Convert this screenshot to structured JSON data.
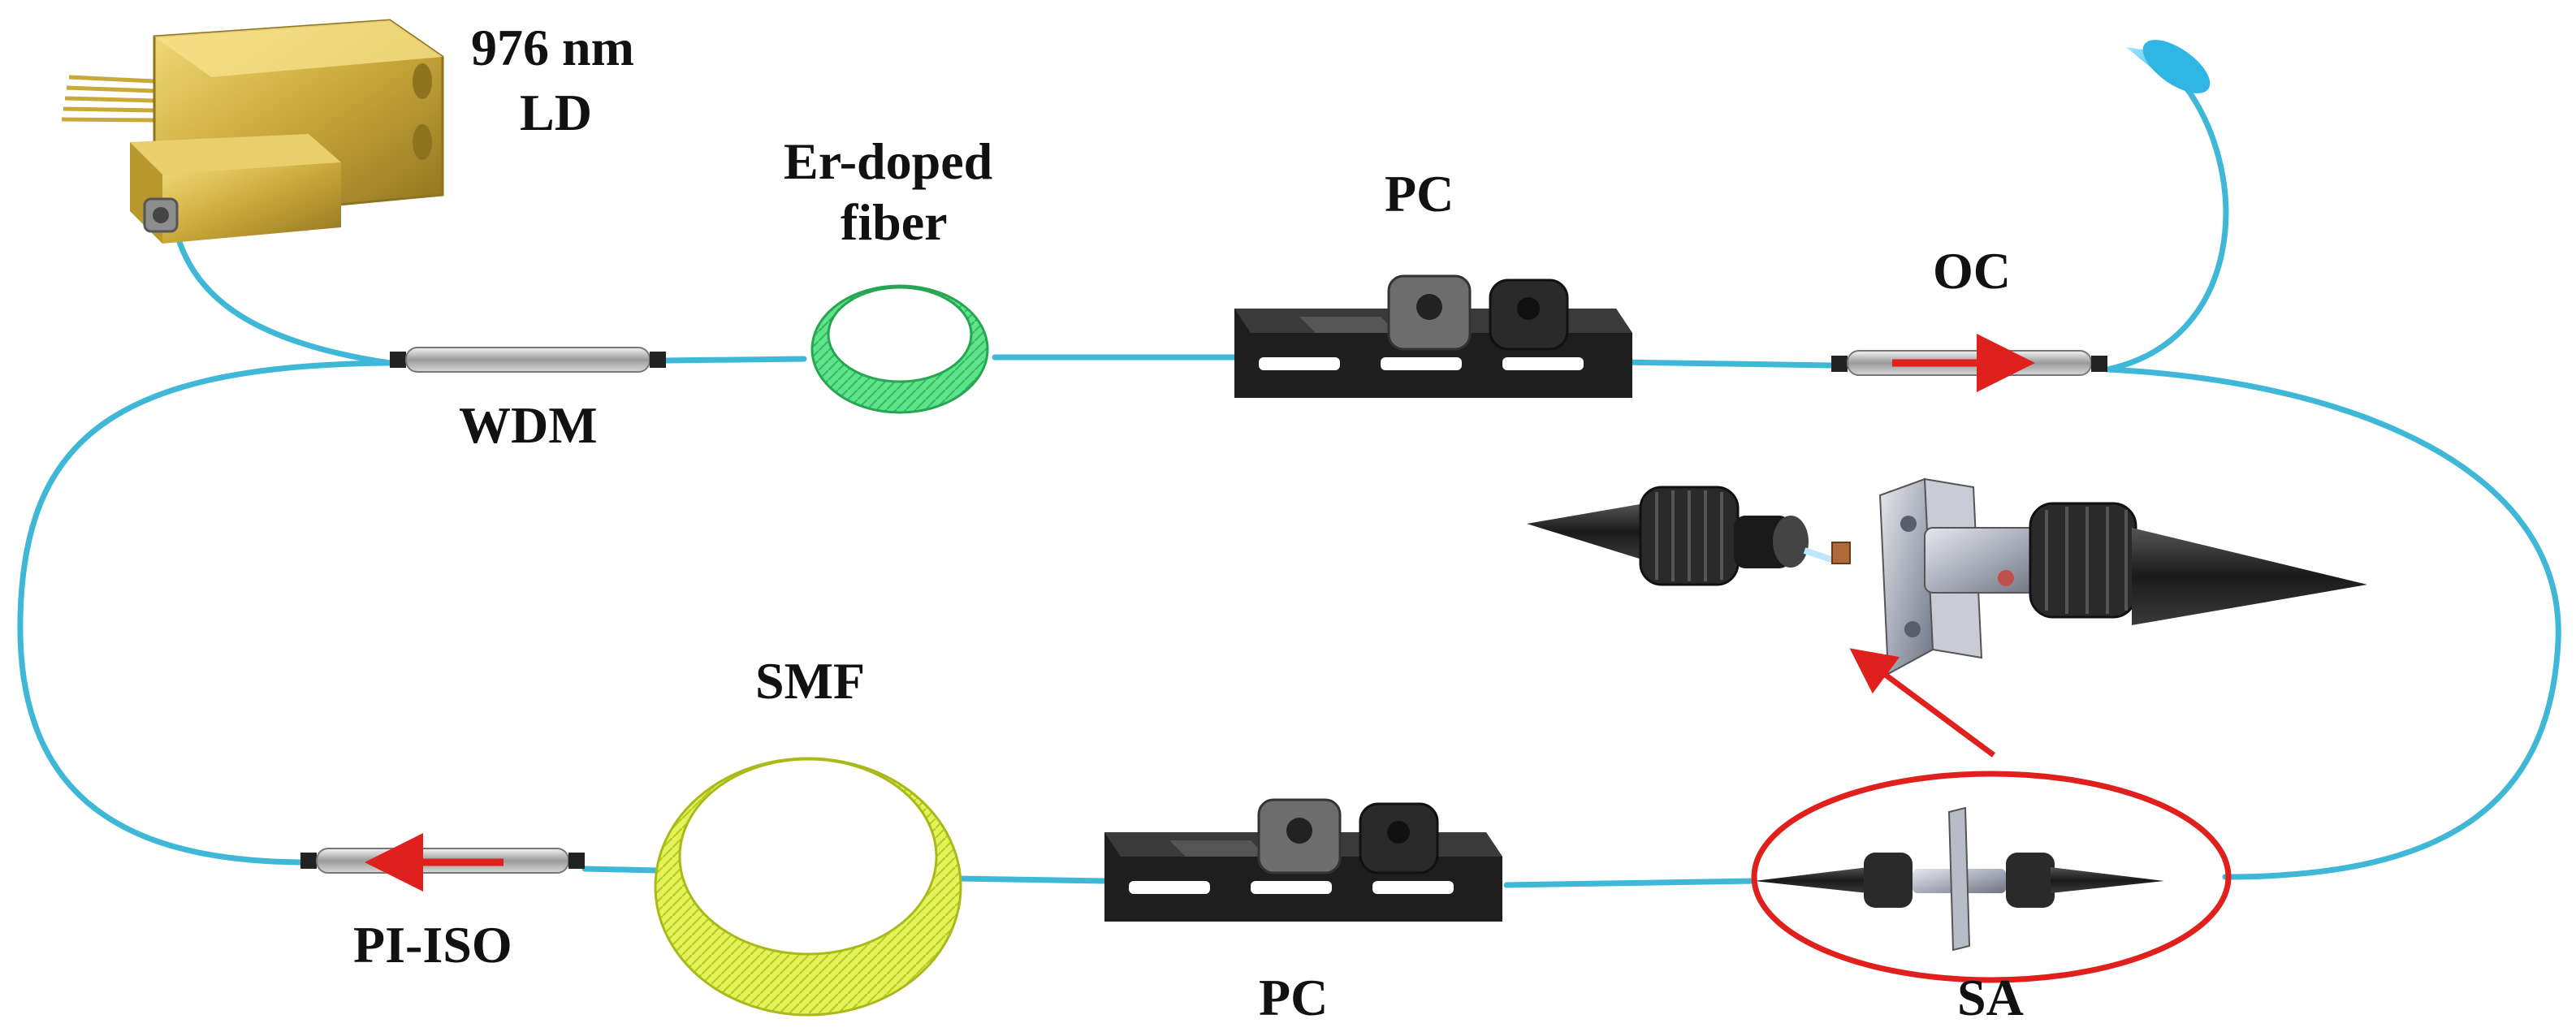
{
  "labels": {
    "ld_line1": "976 nm",
    "ld_line2": "LD",
    "edf_line1": "Er-doped",
    "edf_line2": "fiber",
    "pc_top": "PC",
    "pc_bottom": "PC",
    "oc": "OC",
    "wdm": "WDM",
    "smf": "SMF",
    "pi_iso": "PI-ISO",
    "sa": "SA"
  },
  "colors": {
    "fiber": "#3fb8d8",
    "edf_coil": "#4fd97a",
    "smf_coil": "#d6ea3c",
    "laser_diode": "#c9a83a",
    "arrow": "#e0201c",
    "highlight_ellipse": "#e0201c",
    "pc_body": "#1e1e1e",
    "output_cone": "#3fc7ef"
  },
  "icons": {
    "laser_diode": "laser-diode-package-icon",
    "coupler": "fiber-coupler-icon",
    "controller": "polarization-controller-icon",
    "connector": "fiber-connector-icon",
    "output": "output-beam-cone-icon"
  }
}
